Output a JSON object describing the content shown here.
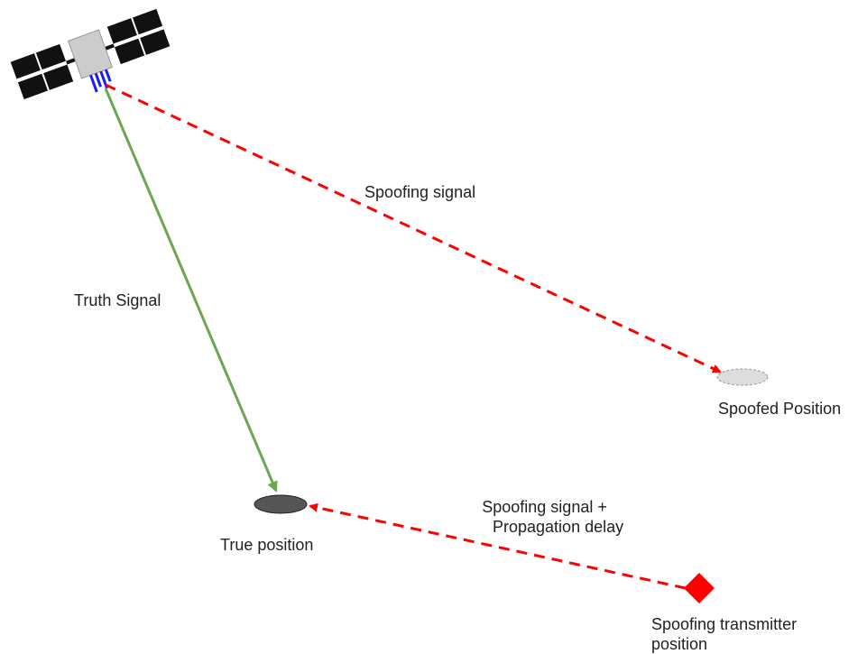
{
  "labels": {
    "spoofing_signal": "Spoofing signal",
    "truth_signal": "Truth Signal",
    "spoofed_position": "Spoofed Position",
    "true_position": "True position",
    "spoofing_signal_delay_line1": "Spoofing signal +",
    "spoofing_signal_delay_line2": "Propagation delay",
    "transmitter_line1": "Spoofing transmitter",
    "transmitter_line2": "position"
  },
  "colors": {
    "truth_signal": "#6aa84f",
    "spoofing_signal": "#ff0000",
    "true_position": "#555555",
    "spoofed_position": "#dddddd",
    "transmitter": "#ff0000",
    "satellite_body": "#cccccc",
    "satellite_panel": "#111111",
    "satellite_antenna": "#1a1aff"
  },
  "icons": {
    "satellite": "satellite-icon",
    "transmitter": "diamond-icon"
  }
}
